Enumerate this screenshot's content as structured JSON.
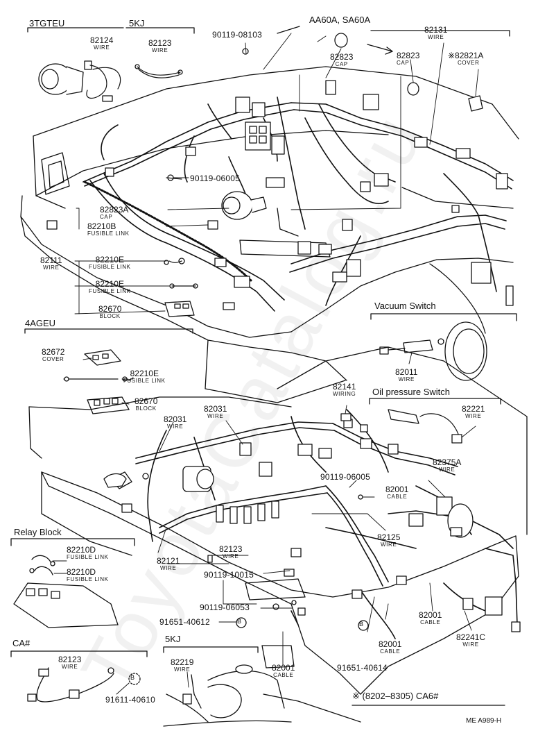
{
  "sections": {
    "tgteu": "3TGTEU",
    "kj_top": "5KJ",
    "aa60a": "AA60A, SA60A",
    "ageu": "4AGEU",
    "vacuum": "Vacuum Switch",
    "oil": "Oil pressure Switch",
    "relay": "Relay Block",
    "ca": "CA#",
    "kj_bottom": "5KJ",
    "note": "※ (8202–8305) CA6#"
  },
  "parts": {
    "p82124": {
      "num": "82124",
      "name": "WIRE"
    },
    "p82123a": {
      "num": "82123",
      "name": "WIRE"
    },
    "p90119_08103": {
      "num": "90119-08103"
    },
    "p82823": {
      "num": "82823",
      "name": "CAP"
    },
    "p82823b": {
      "num": "82823",
      "name": "CAP"
    },
    "p82131": {
      "num": "82131",
      "name": "WIRE"
    },
    "p82821a": {
      "num": "※82821A",
      "name": "COVER"
    },
    "p90119_06005a": {
      "num": "90119-06005"
    },
    "p82823a": {
      "num": "82823A",
      "name": "CAP"
    },
    "p82210b": {
      "num": "82210B",
      "name": "FUSIBLE LINK"
    },
    "p82111": {
      "num": "82111",
      "name": "WIRE"
    },
    "p82210e1": {
      "num": "82210E",
      "name": "FUSIBLE LINK"
    },
    "p82210e2": {
      "num": "82210E",
      "name": "FUSIBLE LINK"
    },
    "p82670a": {
      "num": "82670",
      "name": "BLOCK"
    },
    "p82672": {
      "num": "82672",
      "name": "COVER"
    },
    "p82210e3": {
      "num": "82210E",
      "name": "FUSIBLE LINK"
    },
    "p82670b": {
      "num": "82670",
      "name": "BLOCK"
    },
    "p82011": {
      "num": "82011",
      "name": "WIRE"
    },
    "p82141": {
      "num": "82141",
      "name": "WIRING"
    },
    "p82221": {
      "num": "82221",
      "name": "WIRE"
    },
    "p82031a": {
      "num": "82031",
      "name": "WIRE"
    },
    "p82031b": {
      "num": "82031",
      "name": "WIRE"
    },
    "p82375a": {
      "num": "82375A",
      "name": "WIRE"
    },
    "p90119_06005b": {
      "num": "90119-06005"
    },
    "p82001a": {
      "num": "82001",
      "name": "CABLE"
    },
    "p82125": {
      "num": "82125",
      "name": "WIRE"
    },
    "p82210d1": {
      "num": "82210D",
      "name": "FUSIBLE LINK"
    },
    "p82210d2": {
      "num": "82210D",
      "name": "FUSIBLE LINK"
    },
    "p82121": {
      "num": "82121",
      "name": "WIRE"
    },
    "p82123b": {
      "num": "82123",
      "name": "WIRE"
    },
    "p90119_10015": {
      "num": "90119-10015"
    },
    "p90119_06053": {
      "num": "90119-06053"
    },
    "p91651_40612": {
      "num": "91651-40612"
    },
    "p82001b": {
      "num": "82001",
      "name": "CABLE"
    },
    "p82241c": {
      "num": "82241C",
      "name": "WIRE"
    },
    "p82001c": {
      "num": "82001",
      "name": "CABLE"
    },
    "p82001d": {
      "num": "82001",
      "name": "CABLE"
    },
    "p91651_40614": {
      "num": "91651-40614"
    },
    "p82123c": {
      "num": "82123",
      "name": "WIRE"
    },
    "p91611_40610": {
      "num": "91611-40610"
    },
    "p82219": {
      "num": "82219",
      "name": "WIRE"
    }
  },
  "bolt_symbol": "B",
  "ref_code": "ME  A989-H",
  "watermark": "ToyotaCatalog.ru"
}
